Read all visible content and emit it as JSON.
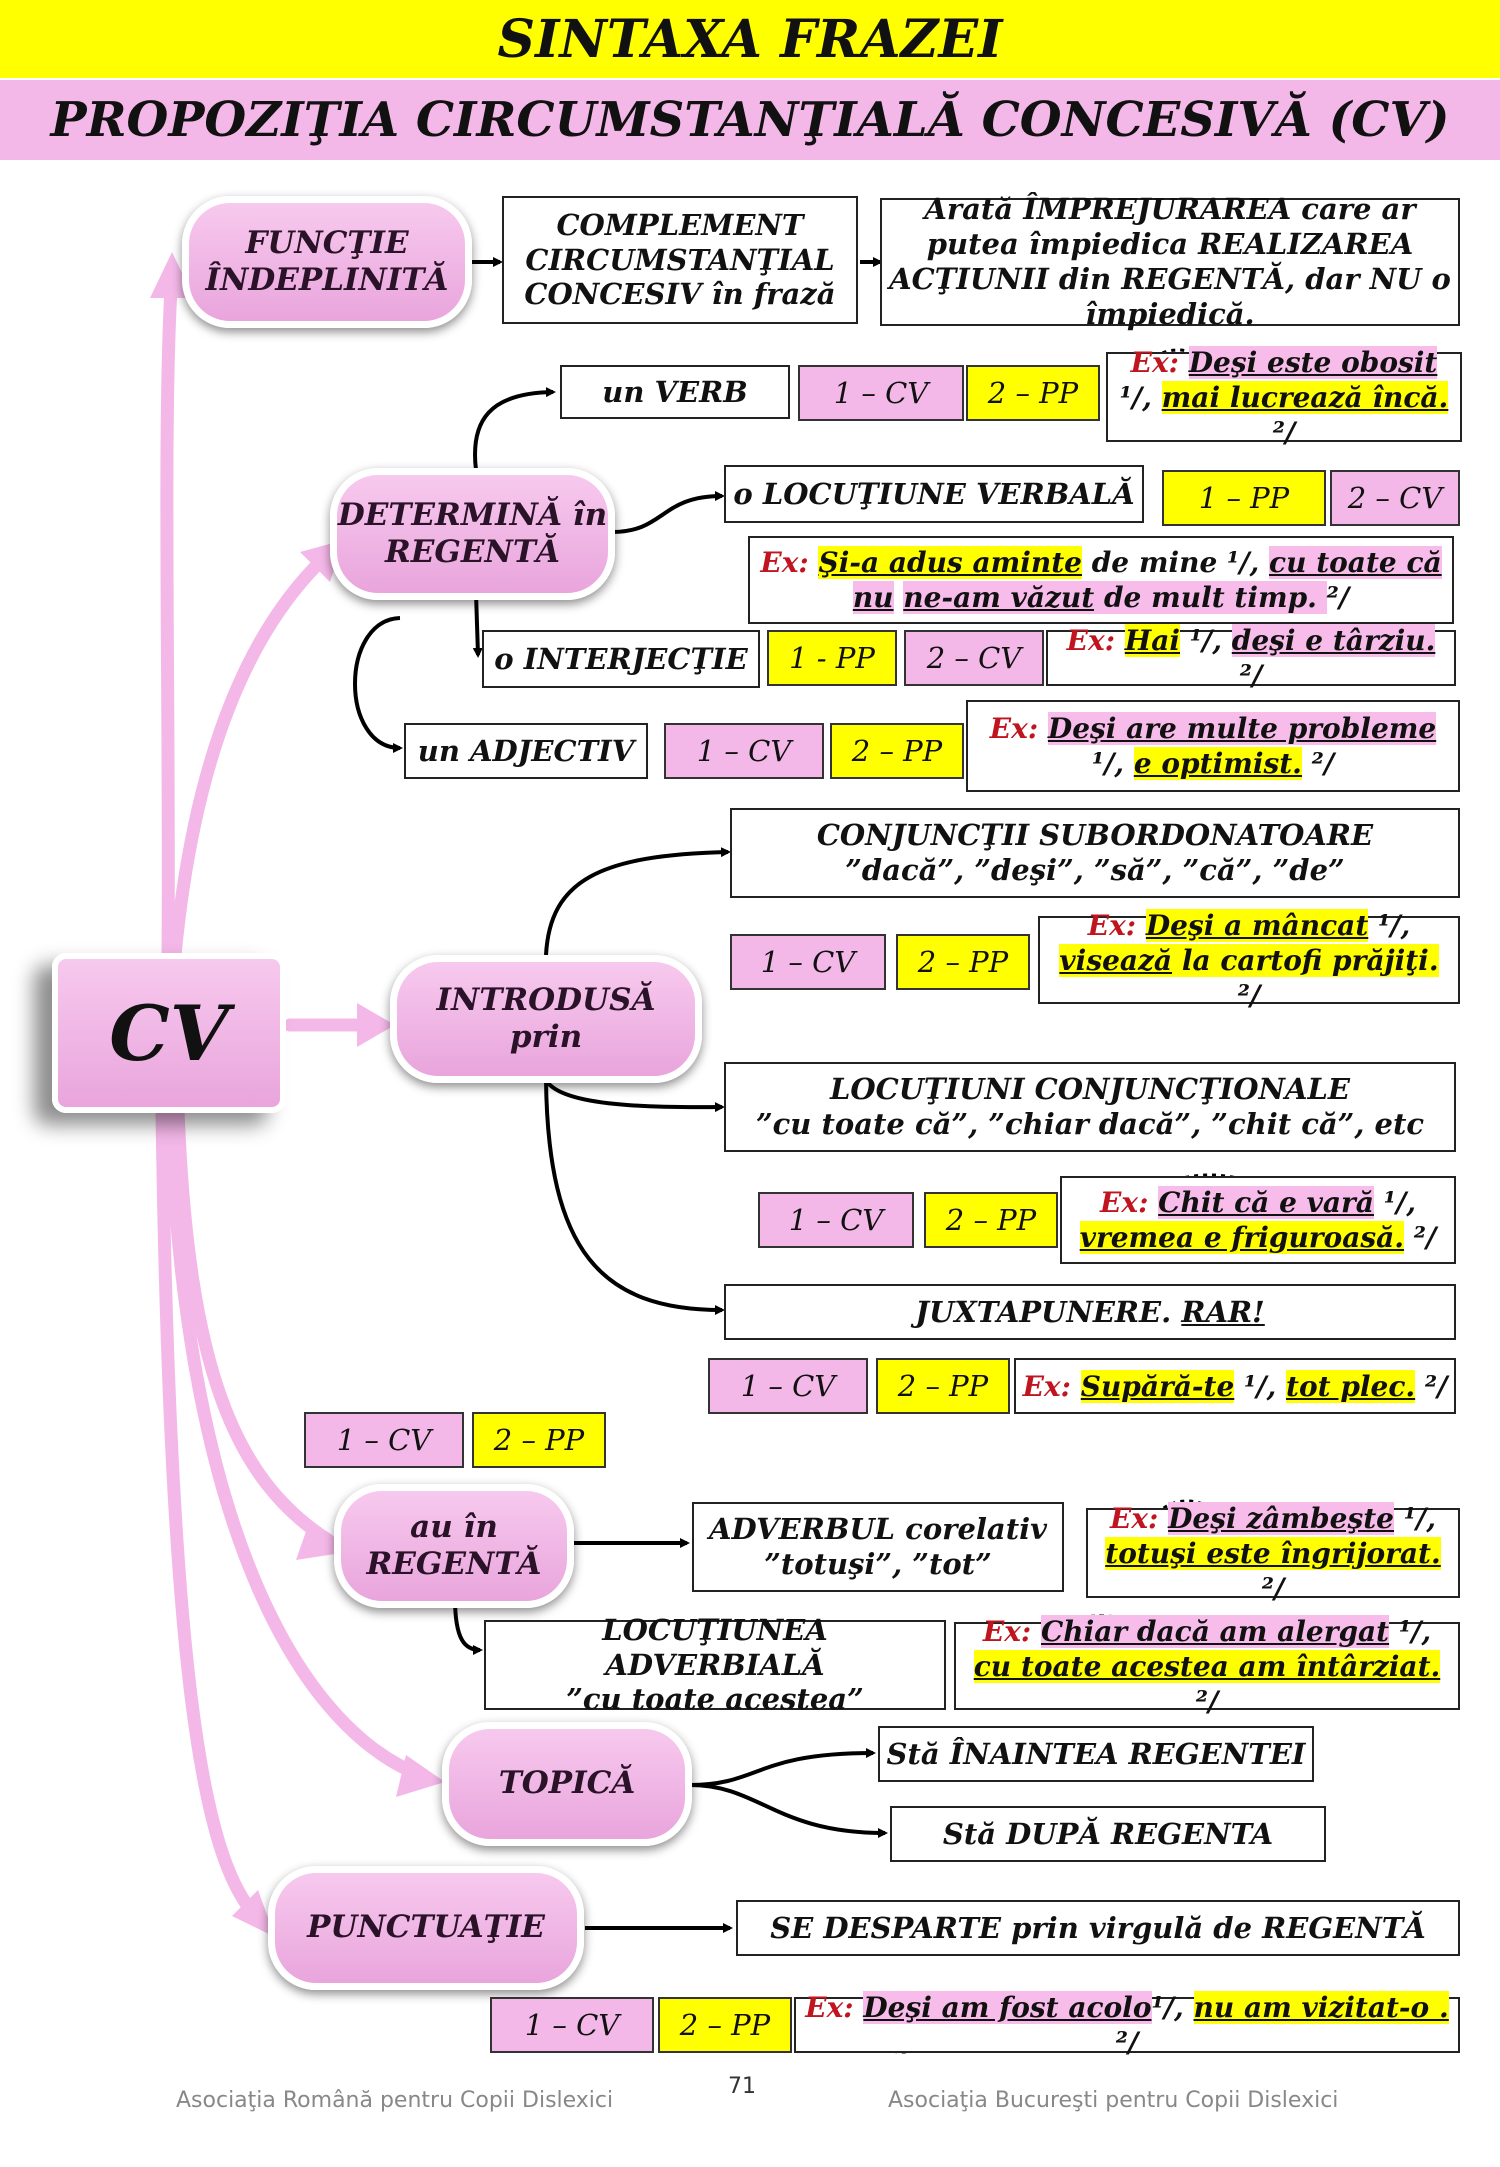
{
  "header": {
    "title": "SINTAXA FRAZEI",
    "subtitle": "PROPOZIŢIA CIRCUMSTANŢIALĂ CONCESIVĂ (CV)"
  },
  "center": {
    "label": "CV"
  },
  "branches": {
    "functie": "FUNCŢIE ÎNDEPLINITĂ",
    "determina": "DETERMINĂ în REGENTĂ",
    "introdusa": "INTRODUSĂ prin",
    "regenta": "au în REGENTĂ",
    "topica": "TOPICĂ",
    "punctuatie": "PUNCTUAŢIE"
  },
  "functie": {
    "complement": "COMPLEMENT CIRCUMSTANŢIAL CONCESIV în frază",
    "arata": "Arată ÎMPREJURAREA care ar putea împiedica REALIZAREA ACŢIUNII din REGENTĂ, dar NU o împiedică."
  },
  "tags": {
    "cv": "1 – CV",
    "pp": "2 – PP",
    "pp_dash": "1 - PP"
  },
  "ex_label": "Ex:",
  "determina": {
    "verb": "un VERB",
    "locutiune": "o LOCUŢIUNE VERBALĂ",
    "interjectie": "o INTERJECŢIE",
    "adjectiv": "un ADJECTIV",
    "pp1": "1 – PP",
    "cv2": "2 – CV"
  },
  "introdusa": {
    "conjunctii": "CONJUNCŢII SUBORDONATOARE",
    "conjunctii_list": "”dacă”, ”deşi”, ”să”, ”că”, ”de”",
    "locutiuni": "LOCUŢIUNI CONJUNCŢIONALE",
    "locutiuni_list": "”cu toate că”, ”chiar dacă”, ”chit că”, etc",
    "juxtapunere": "JUXTAPUNERE.",
    "rar": "RAR!"
  },
  "regenta": {
    "adverbul": "ADVERBUL corelativ",
    "adverbul_list": "”totuşi”, ”tot”",
    "locutiunea": "LOCUŢIUNEA ADVERBIALĂ",
    "locutiunea_list": "”cu toate acestea”"
  },
  "topica": {
    "inainte": "Stă ÎNAINTEA REGENTEI",
    "dupa": "Stă DUPĂ REGENTA"
  },
  "punctuatie": {
    "desparte": "SE DESPARTE prin virgulă de REGENTĂ"
  },
  "examples": {
    "e1": {
      "a": "Deşi este obosit",
      "m1": "¹/,",
      "b": "mai lucrează încă.",
      "m2": "²/"
    },
    "e2": {
      "a": "Şi-a adus aminte",
      "mid": " de mine ",
      "m1": "¹/,",
      "b": "cu toate că nu",
      "c": "ne-am văzut",
      "d": " de mult timp. ",
      "m2": "²/"
    },
    "e3": {
      "a": "Hai",
      "m1": "¹/,",
      "b": "deşi e târziu.",
      "m2": "²/"
    },
    "e4": {
      "a": "Deşi are multe probleme",
      "m1": "¹/,",
      "b": "e optimist.",
      "m2": "²/"
    },
    "e5": {
      "a": "Deşi a mâncat",
      "m1": "¹/,",
      "b": "visează",
      "c": " la cartofi prăjiţi. ",
      "m2": "²/"
    },
    "e6": {
      "a": "Chit că e vară",
      "m1": "¹/,",
      "b": "vremea e friguroasă.",
      "m2": "²/"
    },
    "e7": {
      "a": "Supără-te",
      "m1": "¹/,",
      "b": "tot plec.",
      "m2": "²/"
    },
    "e8": {
      "a": "Deşi zâmbeşte",
      "m1": "¹/,",
      "b": "totuşi este îngrijorat.",
      "m2": "²/"
    },
    "e9": {
      "a": "Chiar dacă am alergat",
      "m1": "¹/,",
      "b": "cu toate acestea am întârziat.",
      "m2": "²/"
    },
    "e10": {
      "a": "Deşi am fost acolo",
      "m1": "¹/,",
      "b": "nu am vizitat-o .",
      "m2": "²/"
    }
  },
  "footer": {
    "left": "Asociaţia Română pentru Copii Dislexici",
    "page": "71",
    "right": "Asociaţia Bucureşti pentru Copii Dislexici"
  }
}
